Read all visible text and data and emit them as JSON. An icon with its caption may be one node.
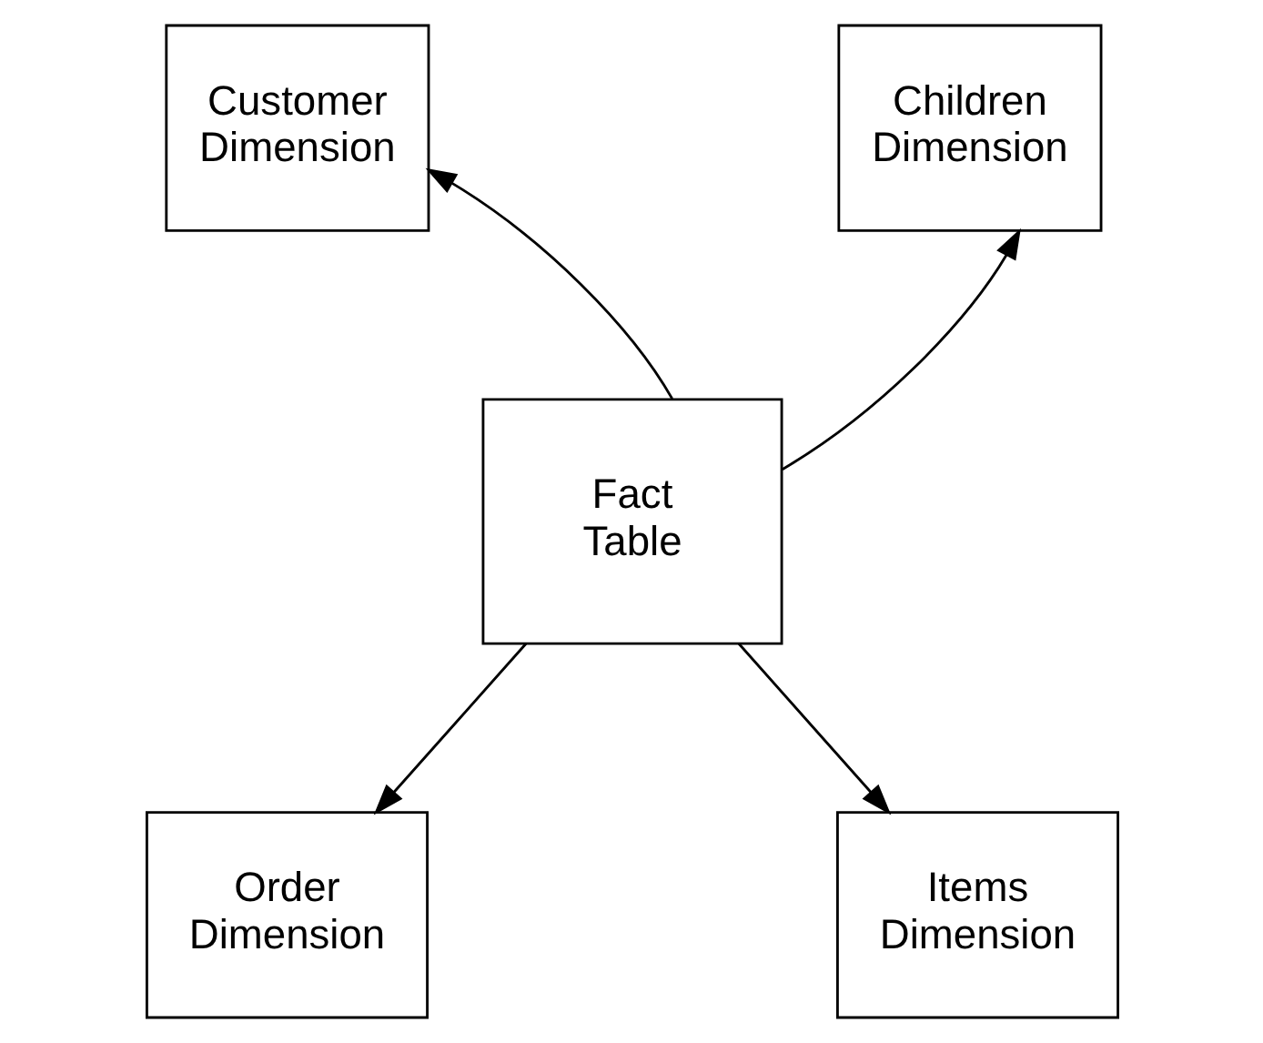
{
  "diagram": {
    "nodes": [
      {
        "text": [
          "Customer Dimension"
        ]
      },
      {
        "text": [
          "Children Dimension"
        ]
      },
      {
        "text": [
          "Fact Table"
        ]
      },
      {
        "text": [
          "Order Dimension"
        ]
      },
      {
        "text": [
          "Items Dimension"
        ]
      }
    ],
    "edges": [
      {
        "from": 2,
        "to": 0,
        "arrow": "to"
      },
      {
        "from": 2,
        "to": 1,
        "arrow": "to"
      },
      {
        "from": 2,
        "to": 3,
        "arrow": "to"
      },
      {
        "from": 2,
        "to": 4,
        "arrow": "to"
      }
    ]
  }
}
